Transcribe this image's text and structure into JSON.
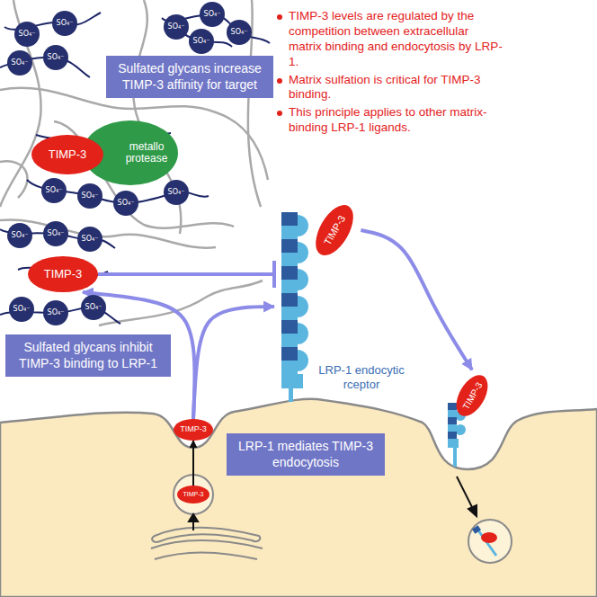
{
  "diagram": {
    "nodes": [
      {
        "text": [
          "Sulfated glycans increase TIMP-3 affinity for target"
        ]
      },
      {
        "text": [
          "TIMP-3"
        ]
      },
      {
        "text": [
          "metallo protease"
        ]
      },
      {
        "text": [
          "TIMP-3"
        ]
      },
      {
        "text": [
          "LRP-1 endocytic rceptor"
        ]
      },
      {
        "text": [
          "TIMP-3"
        ],
        "in": 4
      },
      {
        "text": [
          "Sulfated glycans inhibit TIMP-3 binding to LRP-1"
        ]
      },
      {
        "text": [
          "TIMP-3"
        ]
      },
      {
        "text": [
          "TIMP-3"
        ]
      },
      {
        "text": [
          "LRP-1 mediates TIMP-3 endocytosis"
        ]
      },
      {
        "text": [
          "TIMP-3"
        ]
      },
      {
        "text": [
          "SO₄⁻"
        ]
      },
      {
        "text": [
          "SO₄⁻"
        ]
      },
      {
        "text": [
          "SO₄⁻"
        ]
      },
      {
        "text": [
          "SO₄⁻"
        ]
      },
      {
        "text": [
          "SO₄⁻"
        ]
      },
      {
        "text": [
          "SO₄⁻"
        ]
      },
      {
        "text": [
          "SO₄⁻"
        ]
      },
      {
        "text": [
          "SO₄⁻"
        ]
      },
      {
        "text": [
          "SO₄⁻"
        ]
      },
      {
        "text": [
          "SO₄⁻"
        ]
      },
      {
        "text": [
          "SO₄⁻"
        ]
      },
      {
        "text": [
          "SO₄⁻"
        ]
      },
      {
        "text": [
          "SO₄⁻"
        ]
      },
      {
        "text": [
          "SO₄⁻"
        ]
      },
      {
        "text": [
          "SO₄⁻"
        ]
      },
      {
        "text": [
          "SO₄⁻"
        ]
      },
      {
        "text": [
          "SO₄⁻"
        ]
      },
      {
        "text": [
          "SO₄⁻"
        ]
      }
    ],
    "edges": [
      {
        "from": 7,
        "to": 3,
        "arrow": "to"
      },
      {
        "from": 7,
        "to": 4,
        "arrow": "to"
      },
      {
        "from": 3,
        "to": 4,
        "arrow": "to"
      },
      {
        "from": 5,
        "to": 8,
        "arrow": "to"
      },
      {
        "from": 10,
        "to": 7,
        "arrow": "to"
      }
    ],
    "labels": [
      "TIMP-3 levels are regulated by the competition between extracellular matrix binding and endocytosis by LRP-1.",
      "Matrix sulfation is critical for TIMP-3 binding.",
      "This principle applies to other matrix-binding LRP-1 ligands."
    ]
  }
}
